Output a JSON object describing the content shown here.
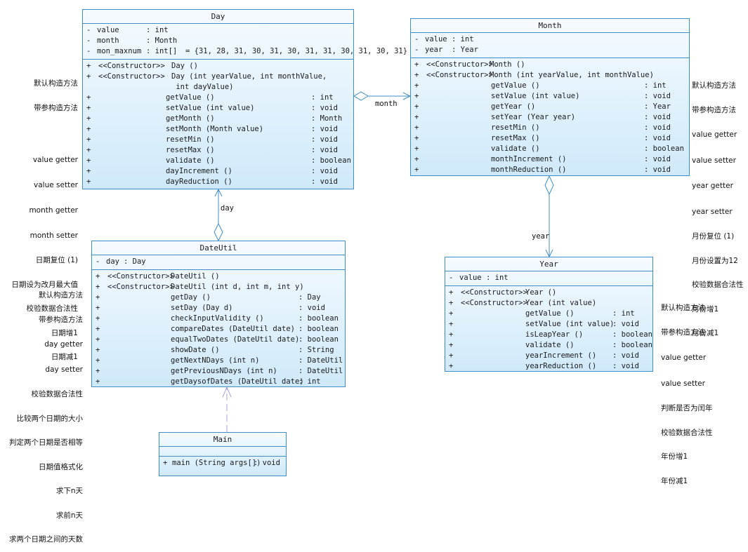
{
  "day": {
    "name": "Day",
    "attributes": [
      {
        "vis": "-",
        "name": "value",
        "type": ": int",
        "val": ""
      },
      {
        "vis": "-",
        "name": "month",
        "type": ": Month",
        "val": ""
      },
      {
        "vis": "-",
        "name": "mon_maxnum",
        "type": ": int[]",
        "val": "= {31, 28, 31, 30, 31, 30, 31, 31, 30, 31, 30, 31}"
      }
    ],
    "operations": [
      {
        "vis": "+",
        "stereo": "<<Constructor>>",
        "name": "Day ()",
        "type": ""
      },
      {
        "vis": "+",
        "stereo": "<<Constructor>>",
        "name": "Day (int yearValue, int monthValue,\n int dayValue)",
        "type": ""
      },
      {
        "vis": "+",
        "stereo": "",
        "name": "getValue ()",
        "type": ": int"
      },
      {
        "vis": "+",
        "stereo": "",
        "name": "setValue (int value)",
        "type": ": void"
      },
      {
        "vis": "+",
        "stereo": "",
        "name": "getMonth ()",
        "type": ": Month"
      },
      {
        "vis": "+",
        "stereo": "",
        "name": "setMonth (Month value)",
        "type": ": void"
      },
      {
        "vis": "+",
        "stereo": "",
        "name": "resetMin ()",
        "type": ": void"
      },
      {
        "vis": "+",
        "stereo": "",
        "name": "resetMax ()",
        "type": ": void"
      },
      {
        "vis": "+",
        "stereo": "",
        "name": "validate ()",
        "type": ": boolean"
      },
      {
        "vis": "+",
        "stereo": "",
        "name": "dayIncrement ()",
        "type": ": void"
      },
      {
        "vis": "+",
        "stereo": "",
        "name": "dayReduction ()",
        "type": ": void"
      }
    ],
    "notes": [
      "默认构造方法",
      "带参构造方法",
      "",
      "value getter",
      "value setter",
      "month getter",
      "month setter",
      "日期复位 (1)",
      "日期设为改月最大值",
      "校验数据合法性",
      "日期增1",
      "日期减1"
    ]
  },
  "month": {
    "name": "Month",
    "attributes": [
      {
        "vis": "-",
        "name": "value",
        "type": ": int"
      },
      {
        "vis": "-",
        "name": "year",
        "type": ": Year"
      }
    ],
    "operations": [
      {
        "vis": "+",
        "stereo": "<<Constructor>>",
        "name": "Month ()",
        "type": ""
      },
      {
        "vis": "+",
        "stereo": "<<Constructor>>",
        "name": "Month (int yearValue, int monthValue)",
        "type": ""
      },
      {
        "vis": "+",
        "stereo": "",
        "name": "getValue ()",
        "type": ": int"
      },
      {
        "vis": "+",
        "stereo": "",
        "name": "setValue (int value)",
        "type": ": void"
      },
      {
        "vis": "+",
        "stereo": "",
        "name": "getYear ()",
        "type": ": Year"
      },
      {
        "vis": "+",
        "stereo": "",
        "name": "setYear (Year year)",
        "type": ": void"
      },
      {
        "vis": "+",
        "stereo": "",
        "name": "resetMin ()",
        "type": ": void"
      },
      {
        "vis": "+",
        "stereo": "",
        "name": "resetMax ()",
        "type": ": void"
      },
      {
        "vis": "+",
        "stereo": "",
        "name": "validate ()",
        "type": ": boolean"
      },
      {
        "vis": "+",
        "stereo": "",
        "name": "monthIncrement ()",
        "type": ": void"
      },
      {
        "vis": "+",
        "stereo": "",
        "name": "monthReduction ()",
        "type": ": void"
      }
    ],
    "notes": [
      "默认构造方法",
      "带参构造方法",
      "value getter",
      "value setter",
      "year getter",
      "year setter",
      "月份复位 (1)",
      "月份设置为12",
      "校验数据合法性",
      "月份增1",
      "月份减1"
    ]
  },
  "year": {
    "name": "Year",
    "attributes": [
      {
        "vis": "-",
        "name": "value",
        "type": ": int"
      }
    ],
    "operations": [
      {
        "vis": "+",
        "stereo": "<<Constructor>>",
        "name": "Year ()",
        "type": ""
      },
      {
        "vis": "+",
        "stereo": "<<Constructor>>",
        "name": "Year (int value)",
        "type": ""
      },
      {
        "vis": "+",
        "stereo": "",
        "name": "getValue ()",
        "type": ": int"
      },
      {
        "vis": "+",
        "stereo": "",
        "name": "setValue (int value)",
        "type": ": void"
      },
      {
        "vis": "+",
        "stereo": "",
        "name": "isLeapYear ()",
        "type": ": boolean"
      },
      {
        "vis": "+",
        "stereo": "",
        "name": "validate ()",
        "type": ": boolean"
      },
      {
        "vis": "+",
        "stereo": "",
        "name": "yearIncrement ()",
        "type": ": void"
      },
      {
        "vis": "+",
        "stereo": "",
        "name": "yearReduction ()",
        "type": ": void"
      }
    ],
    "notes": [
      "默认构造方法",
      "带参构造方法",
      "value getter",
      "value setter",
      "判断是否为闰年",
      "校验数据合法性",
      "年份增1",
      "年份减1"
    ]
  },
  "dateutil": {
    "name": "DateUtil",
    "attributes": [
      {
        "vis": "-",
        "name": "day",
        "type": ": Day"
      }
    ],
    "operations": [
      {
        "vis": "+",
        "stereo": "<<Constructor>>",
        "name": "DateUtil ()",
        "type": ""
      },
      {
        "vis": "+",
        "stereo": "<<Constructor>>",
        "name": "DateUtil (int d, int m, int y)",
        "type": ""
      },
      {
        "vis": "+",
        "stereo": "",
        "name": "getDay ()",
        "type": ": Day"
      },
      {
        "vis": "+",
        "stereo": "",
        "name": "setDay (Day d)",
        "type": ": void"
      },
      {
        "vis": "+",
        "stereo": "",
        "name": "checkInputValidity ()",
        "type": ": boolean"
      },
      {
        "vis": "+",
        "stereo": "",
        "name": "compareDates (DateUtil date)",
        "type": ": boolean"
      },
      {
        "vis": "+",
        "stereo": "",
        "name": "equalTwoDates (DateUtil date)",
        "type": ": boolean"
      },
      {
        "vis": "+",
        "stereo": "",
        "name": "showDate ()",
        "type": ": String"
      },
      {
        "vis": "+",
        "stereo": "",
        "name": "getNextNDays (int n)",
        "type": ": DateUtil"
      },
      {
        "vis": "+",
        "stereo": "",
        "name": "getPreviousNDays (int n)",
        "type": ": DateUtil"
      },
      {
        "vis": "+",
        "stereo": "",
        "name": "getDaysofDates (DateUtil date)",
        "type": ": int"
      }
    ],
    "notes": [
      "默认构造方法",
      "带参构造方法",
      "day getter",
      "day setter",
      "校验数据合法性",
      "比较两个日期的大小",
      "判定两个日期是否相等",
      "日期值格式化",
      "求下n天",
      "求前n天",
      "求两个日期之间的天数"
    ]
  },
  "main": {
    "name": "Main",
    "operations": [
      {
        "vis": "+",
        "stereo": "",
        "name": "main (String args[])",
        "type": ": void"
      }
    ]
  },
  "associations": {
    "month_label": "month",
    "day_label": "day",
    "year_label": "year"
  },
  "colors": {
    "border": "#3f8ec8",
    "fill_top": "#f6fbff",
    "fill_bottom": "#cfe9fa",
    "dependency": "#a8a0d8"
  }
}
